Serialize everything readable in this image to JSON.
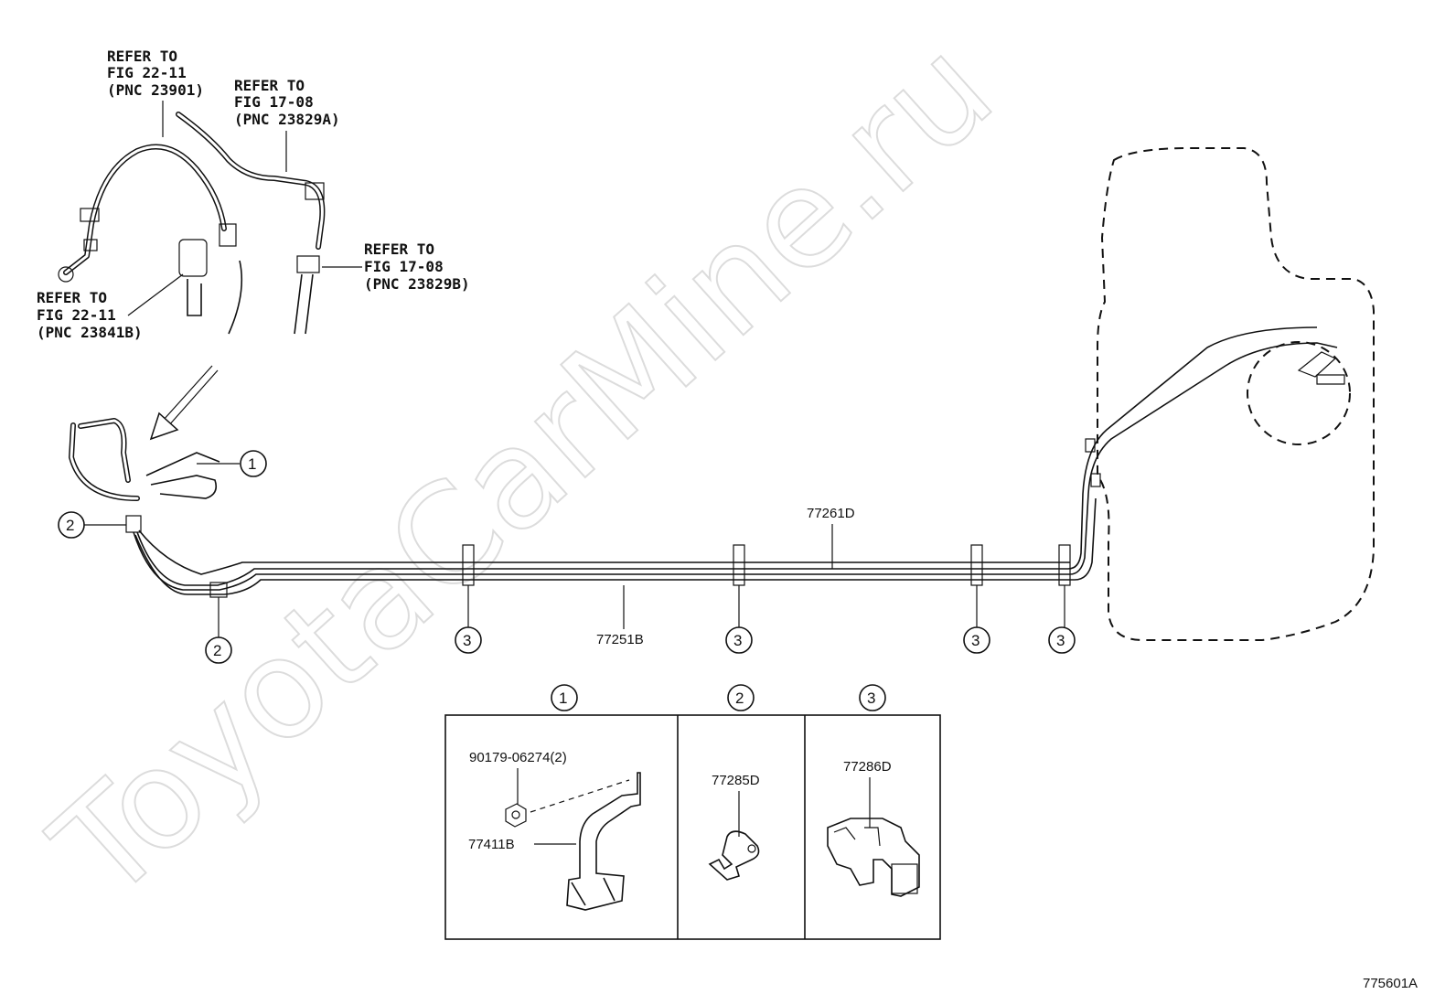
{
  "watermark": "ToyotaCarMine.ru",
  "figure_code": "775601A",
  "references": [
    {
      "line1": "REFER TO",
      "line2": "FIG 22-11",
      "line3": "(PNC 23901)"
    },
    {
      "line1": "REFER TO",
      "line2": "FIG 17-08",
      "line3": "(PNC 23829A)"
    },
    {
      "line1": "REFER TO",
      "line2": "FIG 17-08",
      "line3": "(PNC 23829B)"
    },
    {
      "line1": "REFER TO",
      "line2": "FIG 22-11",
      "line3": "(PNC 23841B)"
    }
  ],
  "part_numbers": {
    "main_upper_tube": "77261D",
    "main_lower_tube": "77251B",
    "bolt": "90179-06274(2)",
    "bracket": "77411B",
    "clamp_2": "77285D",
    "clamp_3": "77286D"
  },
  "callouts": [
    "1",
    "2",
    "3"
  ],
  "inset_headers": [
    "1",
    "2",
    "3"
  ]
}
